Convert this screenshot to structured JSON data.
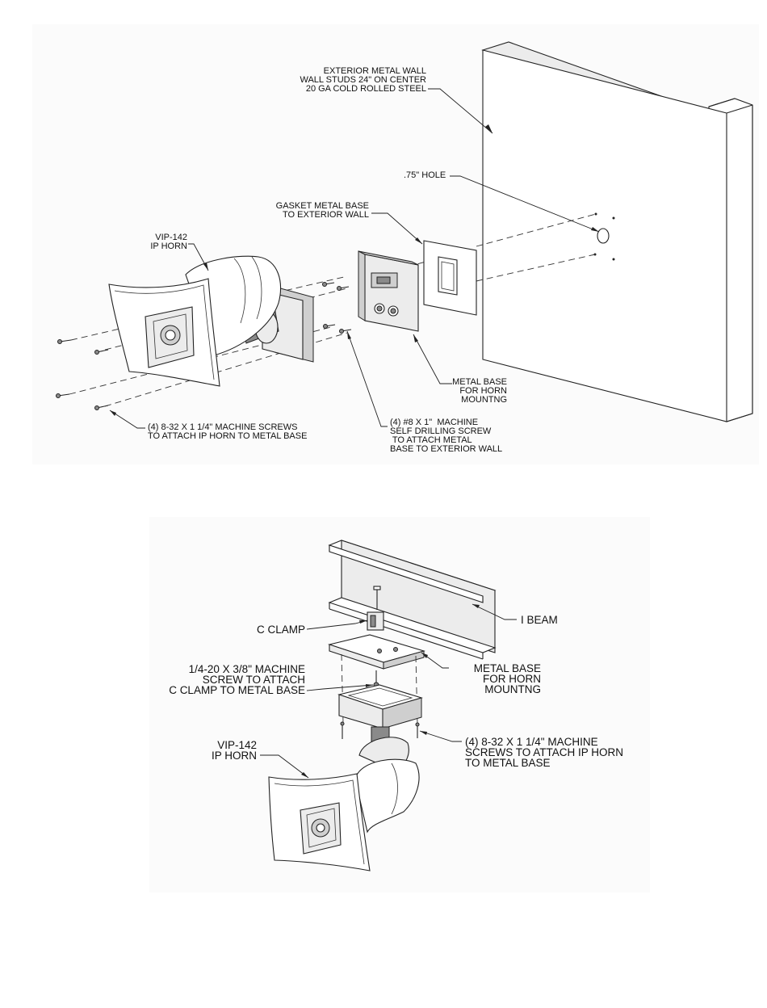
{
  "top_diagram": {
    "labels": {
      "wall": "EXTERIOR METAL WALL\nWALL STUDS 24\" ON CENTER\n20 GA COLD ROLLED STEEL",
      "hole": ".75\" HOLE",
      "gasket": "GASKET METAL BASE\nTO EXTERIOR WALL",
      "horn": "VIP-142\nIP HORN",
      "metal_base": "METAL BASE\nFOR HORN\nMOUNTNG",
      "machine_screws": "(4) 8-32 X 1 1/4\" MACHINE SCREWS\nTO ATTACH IP HORN TO METAL BASE",
      "drilling_screws": "(4) #8 X 1\"  MACHINE\nSELF DRILLING SCREW\n TO ATTACH METAL\nBASE TO EXTERIOR WALL"
    }
  },
  "bottom_diagram": {
    "labels": {
      "i_beam": "I BEAM",
      "c_clamp": "C CLAMP",
      "clamp_screw": "1/4-20 X 3/8\" MACHINE\nSCREW TO ATTACH\nC CLAMP TO METAL BASE",
      "metal_base": "METAL BASE\nFOR HORN\nMOUNTNG",
      "machine_screws": "(4) 8-32 X 1 1/4\" MACHINE\nSCREWS TO ATTACH IP HORN\nTO METAL BASE",
      "horn": "VIP-142\nIP HORN"
    }
  }
}
